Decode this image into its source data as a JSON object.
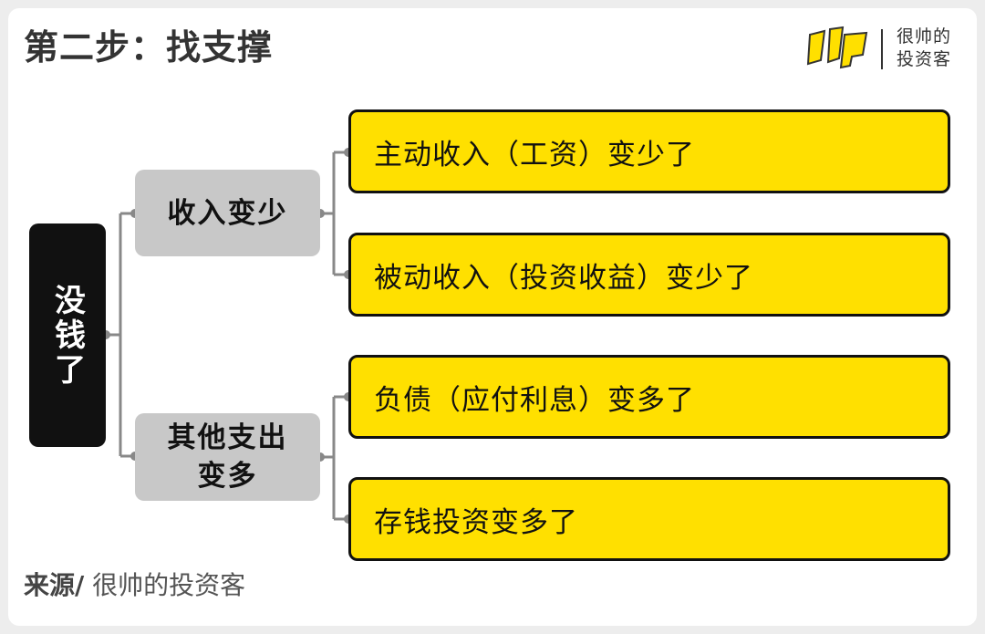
{
  "title": "第二步：找支撑",
  "brand": {
    "logo": "yellow-brush-logo",
    "line1": "很帅的",
    "line2": "投资客"
  },
  "root": {
    "label": "没钱了"
  },
  "branches": [
    {
      "label": "收入变少",
      "children": [
        "主动收入（工资）变少了",
        "被动收入（投资收益）变少了"
      ]
    },
    {
      "label": "其他支出变多",
      "children": [
        "负债（应付利息）变多了",
        "存钱投资变多了"
      ]
    }
  ],
  "source": {
    "label": "来源/",
    "value": " 很帅的投资客"
  },
  "colors": {
    "leaf_fill": "#ffe000",
    "mid_fill": "#c8c8c8",
    "root_fill": "#111111",
    "connector": "#888888"
  }
}
